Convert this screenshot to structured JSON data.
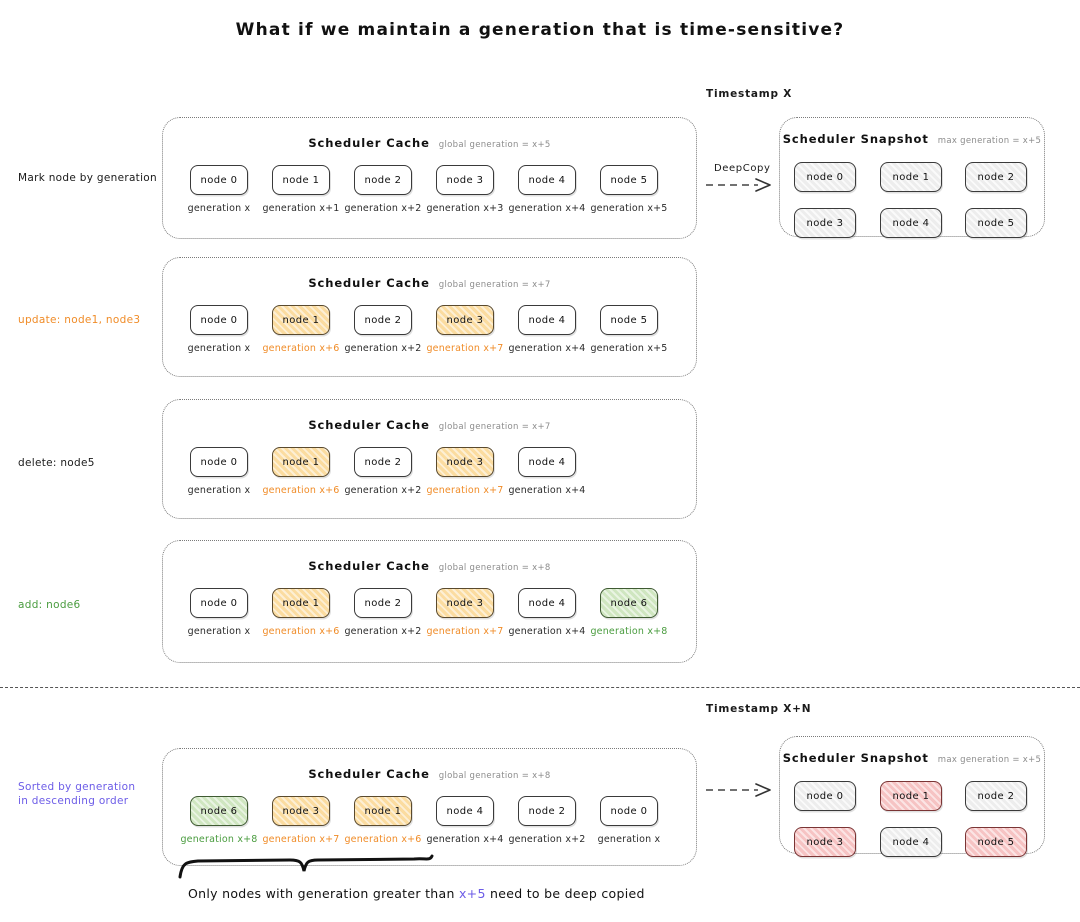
{
  "title": "What if we maintain a generation that is time-sensitive?",
  "timestamps": {
    "top": "Timestamp X",
    "bottom": "Timestamp X+N"
  },
  "labels": {
    "cache": "Scheduler Cache",
    "snapshot": "Scheduler Snapshot",
    "deepcopy": "DeepCopy"
  },
  "footnote": {
    "before": "Only nodes with generation greater than",
    "highlight": "x+5",
    "after": "need to be deep copied"
  },
  "rows": [
    {
      "label": "Mark node by generation",
      "label_color": "black",
      "panel_title": "Scheduler Cache",
      "panel_sub": "global generation = x+5",
      "nodes": [
        {
          "name": "node 0",
          "state": "plain",
          "gen": "generation x",
          "gen_color": "black"
        },
        {
          "name": "node 1",
          "state": "plain",
          "gen": "generation x+1",
          "gen_color": "black"
        },
        {
          "name": "node 2",
          "state": "plain",
          "gen": "generation x+2",
          "gen_color": "black"
        },
        {
          "name": "node 3",
          "state": "plain",
          "gen": "generation x+3",
          "gen_color": "black"
        },
        {
          "name": "node 4",
          "state": "plain",
          "gen": "generation x+4",
          "gen_color": "black"
        },
        {
          "name": "node 5",
          "state": "plain",
          "gen": "generation x+5",
          "gen_color": "black"
        }
      ]
    },
    {
      "label": "update: node1, node3",
      "label_color": "orange",
      "panel_title": "Scheduler Cache",
      "panel_sub": "global generation = x+7",
      "nodes": [
        {
          "name": "node 0",
          "state": "plain",
          "gen": "generation x",
          "gen_color": "black"
        },
        {
          "name": "node 1",
          "state": "orange",
          "gen": "generation x+6",
          "gen_color": "orange"
        },
        {
          "name": "node 2",
          "state": "plain",
          "gen": "generation x+2",
          "gen_color": "black"
        },
        {
          "name": "node 3",
          "state": "orange",
          "gen": "generation x+7",
          "gen_color": "orange"
        },
        {
          "name": "node 4",
          "state": "plain",
          "gen": "generation x+4",
          "gen_color": "black"
        },
        {
          "name": "node 5",
          "state": "plain",
          "gen": "generation x+5",
          "gen_color": "black"
        }
      ]
    },
    {
      "label": "delete: node5",
      "label_color": "black",
      "panel_title": "Scheduler Cache",
      "panel_sub": "global generation = x+7",
      "nodes": [
        {
          "name": "node 0",
          "state": "plain",
          "gen": "generation x",
          "gen_color": "black"
        },
        {
          "name": "node 1",
          "state": "orange",
          "gen": "generation x+6",
          "gen_color": "orange"
        },
        {
          "name": "node 2",
          "state": "plain",
          "gen": "generation x+2",
          "gen_color": "black"
        },
        {
          "name": "node 3",
          "state": "orange",
          "gen": "generation x+7",
          "gen_color": "orange"
        },
        {
          "name": "node 4",
          "state": "plain",
          "gen": "generation x+4",
          "gen_color": "black"
        }
      ]
    },
    {
      "label": "add: node6",
      "label_color": "green",
      "panel_title": "Scheduler Cache",
      "panel_sub": "global generation = x+8",
      "nodes": [
        {
          "name": "node 0",
          "state": "plain",
          "gen": "generation x",
          "gen_color": "black"
        },
        {
          "name": "node 1",
          "state": "orange",
          "gen": "generation x+6",
          "gen_color": "orange"
        },
        {
          "name": "node 2",
          "state": "plain",
          "gen": "generation x+2",
          "gen_color": "black"
        },
        {
          "name": "node 3",
          "state": "orange",
          "gen": "generation x+7",
          "gen_color": "orange"
        },
        {
          "name": "node 4",
          "state": "plain",
          "gen": "generation x+4",
          "gen_color": "black"
        },
        {
          "name": "node 6",
          "state": "green",
          "gen": "generation x+8",
          "gen_color": "green"
        }
      ]
    },
    {
      "label": "Sorted by generation\nin descending order",
      "label_color": "violet",
      "panel_title": "Scheduler Cache",
      "panel_sub": "global generation = x+8",
      "nodes": [
        {
          "name": "node 6",
          "state": "green",
          "gen": "generation x+8",
          "gen_color": "green"
        },
        {
          "name": "node 3",
          "state": "orange",
          "gen": "generation x+7",
          "gen_color": "orange"
        },
        {
          "name": "node 1",
          "state": "orange",
          "gen": "generation x+6",
          "gen_color": "orange"
        },
        {
          "name": "node 4",
          "state": "plain",
          "gen": "generation x+4",
          "gen_color": "black"
        },
        {
          "name": "node 2",
          "state": "plain",
          "gen": "generation x+2",
          "gen_color": "black"
        },
        {
          "name": "node 0",
          "state": "plain",
          "gen": "generation x",
          "gen_color": "black"
        }
      ]
    }
  ],
  "snapshots": [
    {
      "panel_title": "Scheduler Snapshot",
      "panel_sub": "max generation = x+5",
      "nodes": [
        {
          "name": "node 0",
          "state": "gray"
        },
        {
          "name": "node 1",
          "state": "gray"
        },
        {
          "name": "node 2",
          "state": "gray"
        },
        {
          "name": "node 3",
          "state": "gray"
        },
        {
          "name": "node 4",
          "state": "gray"
        },
        {
          "name": "node 5",
          "state": "gray"
        }
      ]
    },
    {
      "panel_title": "Scheduler Snapshot",
      "panel_sub": "max generation = x+5",
      "nodes": [
        {
          "name": "node 0",
          "state": "gray"
        },
        {
          "name": "node 1",
          "state": "red"
        },
        {
          "name": "node 2",
          "state": "gray"
        },
        {
          "name": "node 3",
          "state": "red"
        },
        {
          "name": "node 4",
          "state": "gray"
        },
        {
          "name": "node 5",
          "state": "red"
        }
      ]
    }
  ],
  "colors": {
    "orange": "#f08c28",
    "green": "#4a9c3f",
    "violet": "#6c5ce7",
    "gray": "#8c8c8c"
  }
}
